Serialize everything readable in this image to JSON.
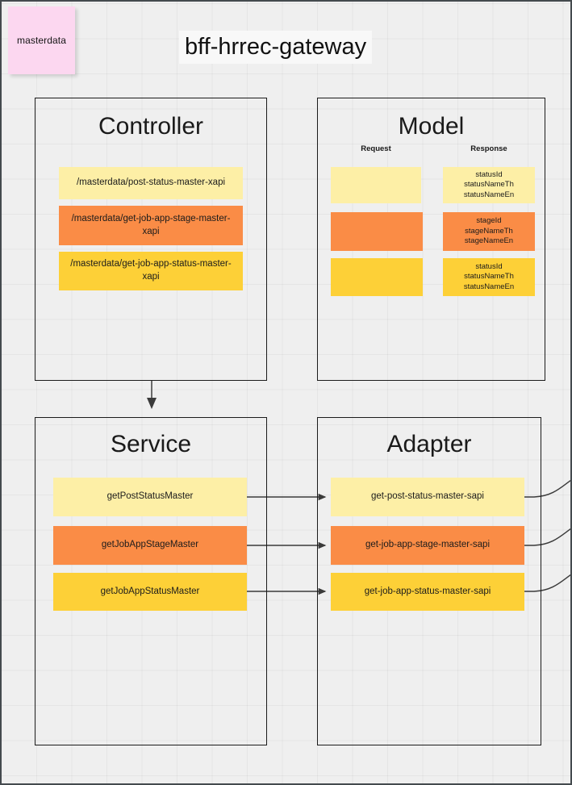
{
  "canvas": {
    "sticky_note": {
      "label": "masterdata",
      "color": "#fcd7f0"
    },
    "title": "bff-hrrec-gateway",
    "background_color": "#efefef",
    "grid": true
  },
  "colors": {
    "pale_yellow": "#fdefa6",
    "orange": "#fa8c46",
    "gold": "#fdd037",
    "sticky_pink": "#fcd7f0",
    "border": "#1b1b1b"
  },
  "sections": {
    "controller": {
      "title": "Controller",
      "items": [
        {
          "label": "/masterdata/post-status-master-xapi",
          "color": "pale_yellow"
        },
        {
          "label": "/masterdata/get-job-app-stage-master-xapi",
          "color": "orange"
        },
        {
          "label": "/masterdata/get-job-app-status-master-xapi",
          "color": "gold"
        }
      ]
    },
    "model": {
      "title": "Model",
      "request_label": "Request",
      "response_label": "Response",
      "request_items": [
        {
          "label": "",
          "color": "pale_yellow"
        },
        {
          "label": "",
          "color": "orange"
        },
        {
          "label": "",
          "color": "gold"
        }
      ],
      "response_items": [
        {
          "fields": "statusId\nstatusNameTh\nstatusNameEn",
          "color": "pale_yellow"
        },
        {
          "fields": "stageId\nstageNameTh\nstageNameEn",
          "color": "orange"
        },
        {
          "fields": "statusId\nstatusNameTh\nstatusNameEn",
          "color": "gold"
        }
      ]
    },
    "service": {
      "title": "Service",
      "items": [
        {
          "label": "getPostStatusMaster",
          "color": "pale_yellow"
        },
        {
          "label": "getJobAppStageMaster",
          "color": "orange"
        },
        {
          "label": "getJobAppStatusMaster",
          "color": "gold"
        }
      ]
    },
    "adapter": {
      "title": "Adapter",
      "items": [
        {
          "label": "get-post-status-master-sapi",
          "color": "pale_yellow"
        },
        {
          "label": "get-job-app-stage-master-sapi",
          "color": "orange"
        },
        {
          "label": "get-job-app-status-master-sapi",
          "color": "gold"
        }
      ]
    }
  },
  "connectors": [
    {
      "name": "controller-to-service",
      "type": "vertical-arrow"
    },
    {
      "name": "service-0-to-adapter-0",
      "type": "horizontal-arrow"
    },
    {
      "name": "service-1-to-adapter-1",
      "type": "horizontal-arrow"
    },
    {
      "name": "service-2-to-adapter-2",
      "type": "horizontal-arrow"
    },
    {
      "name": "adapter-0-outbound",
      "type": "curve-right"
    },
    {
      "name": "adapter-1-outbound",
      "type": "curve-right"
    },
    {
      "name": "adapter-2-outbound",
      "type": "curve-right"
    }
  ]
}
